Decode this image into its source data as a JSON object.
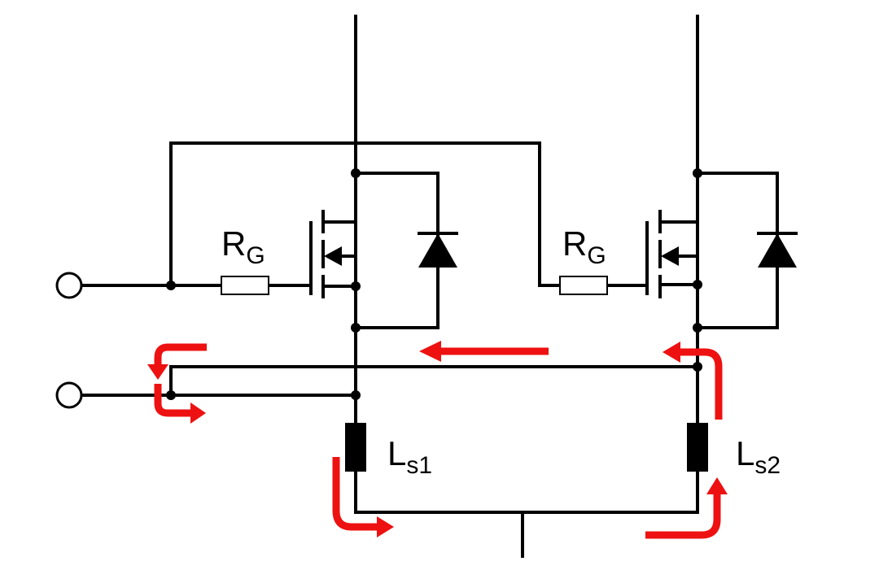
{
  "colors": {
    "wire": "#000000",
    "current_arrow": "#ee1111",
    "background": "#ffffff"
  },
  "labels": {
    "rg_left_main": "R",
    "rg_left_sub": "G",
    "rg_right_main": "R",
    "rg_right_sub": "G",
    "ls1_main": "L",
    "ls1_sub": "s1",
    "ls2_main": "L",
    "ls2_sub": "s2"
  }
}
